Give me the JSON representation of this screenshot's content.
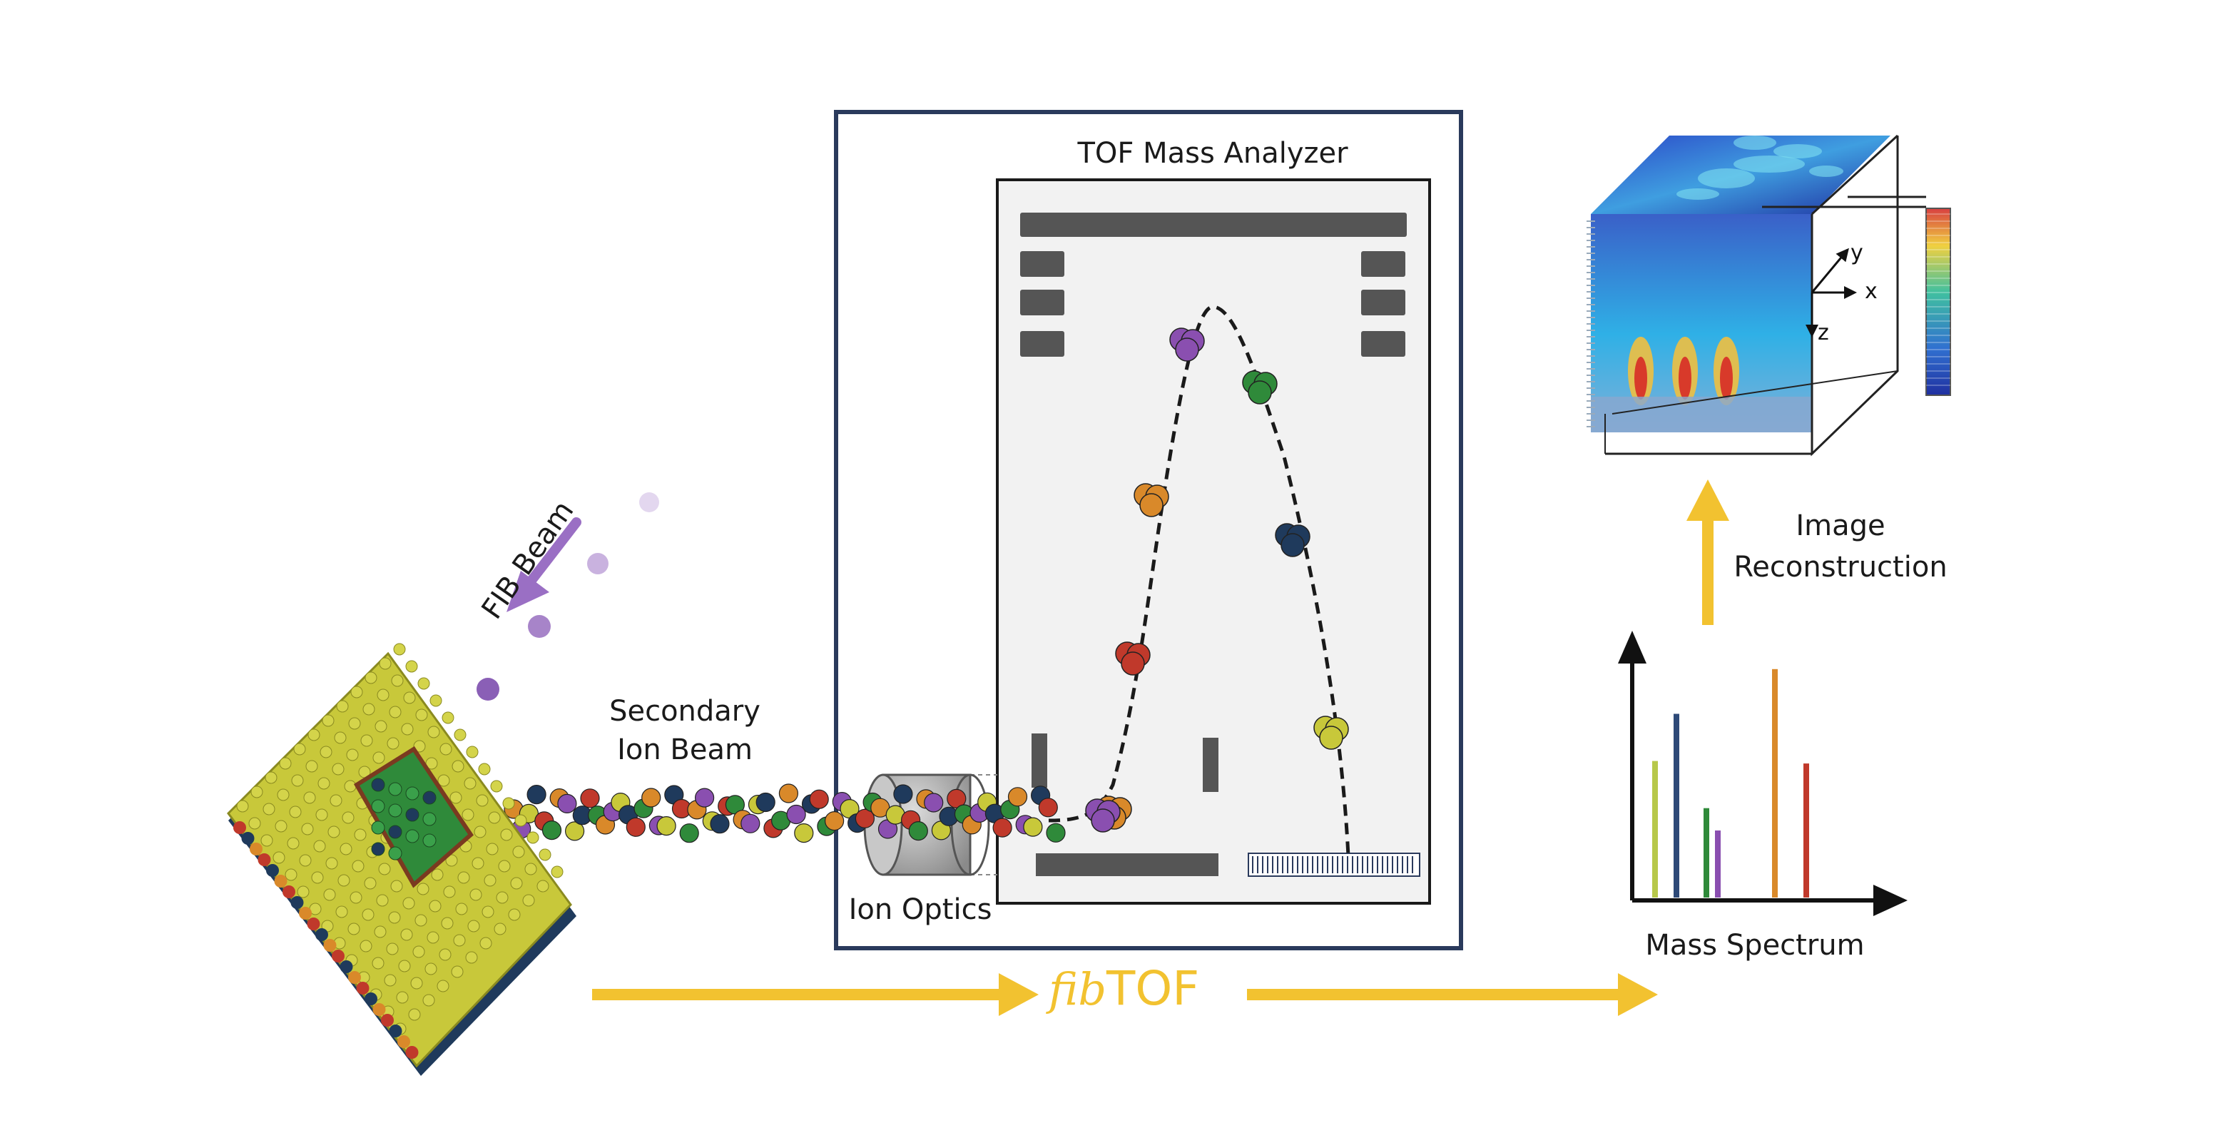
{
  "labels": {
    "tof_title": "TOF Mass Analyzer",
    "fib_beam": "FIB Beam",
    "secondary_line1": "Secondary",
    "secondary_line2": "Ion Beam",
    "ion_optics": "Ion Optics",
    "image_line1": "Image",
    "image_line2": "Reconstruction",
    "mass_spectrum": "Mass Spectrum",
    "fibtof_prefix": "fib",
    "fibtof_suffix": "TOF",
    "axis_x": "x",
    "axis_y": "y",
    "axis_z": "z"
  },
  "colors": {
    "arrow_gold": "#f2c230",
    "frame_navy": "#2a3a5c",
    "fib_purple": "#9a6fc4",
    "panel_gray": "#f2f2f2",
    "bar_gray": "#555555"
  },
  "spectrum_peaks": [
    {
      "color": "#b7c84a",
      "value": 0.55
    },
    {
      "color": "#2e4a78",
      "value": 0.74
    },
    {
      "color": "#2f8a3a",
      "value": 0.36
    },
    {
      "color": "#8a4fb0",
      "value": 0.27
    },
    {
      "color": "#d9892a",
      "value": 0.92
    },
    {
      "color": "#c0392b",
      "value": 0.54
    }
  ],
  "ion_colors": [
    "#d9892a",
    "#2f8a3a",
    "#c0392b",
    "#1f3a5c",
    "#c8c83a",
    "#8a4fb0"
  ]
}
